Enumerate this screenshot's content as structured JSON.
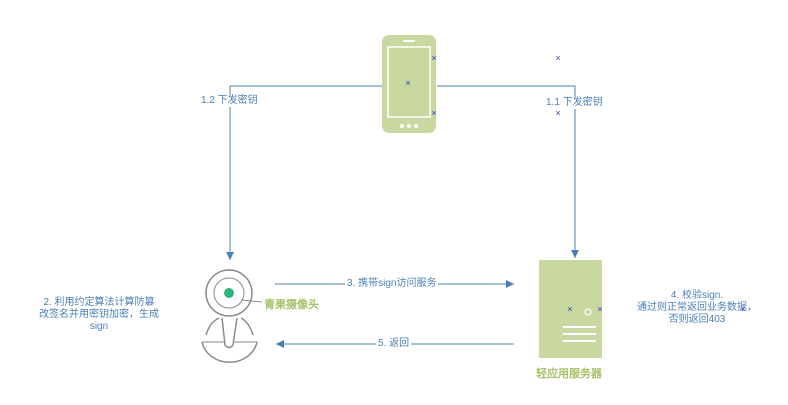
{
  "colors": {
    "arrow": "#4a7fb5",
    "green": "#c8d8a0",
    "green_text": "#a7c36a",
    "camera_gray": "#8a8a8a",
    "camera_dot": "#2fb47c",
    "marker": "#2b3cc0"
  },
  "icons": {
    "phone": "smartphone-icon",
    "camera": "camera-icon",
    "server": "server-icon",
    "marker": "x-marker-icon"
  },
  "nodes": {
    "camera_name": "青果摄像头",
    "server_name": "轻应用服务器"
  },
  "edges": {
    "e12": "1.2 下发密钥",
    "e11": "1.1 下发密钥",
    "e3": "3. 携带sign访问服务",
    "e5": "5. 返回"
  },
  "notes": {
    "step2": [
      "2. 利用约定算法计算防篡",
      "改签名并用密钥加密，生成",
      "sign"
    ],
    "step4": [
      "4. 校验sign.",
      "通过则正常返回业务数据，",
      "否则返回403"
    ]
  },
  "marker_glyph": "×"
}
